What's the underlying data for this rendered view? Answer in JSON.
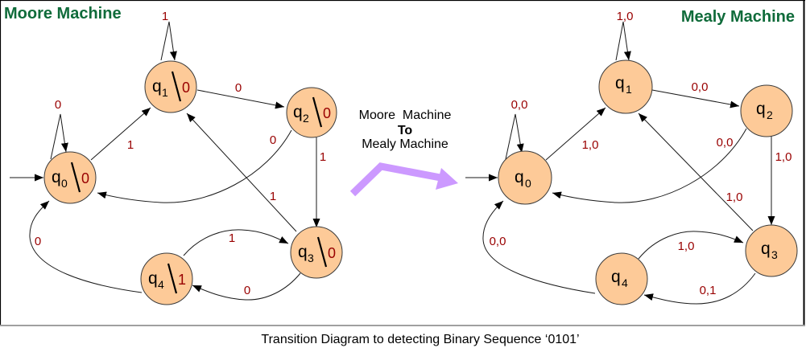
{
  "moore": {
    "title": "Moore Machine",
    "initial_state": "q0",
    "states": [
      {
        "id": "q0",
        "symbol": "q",
        "index": "0",
        "output": "0"
      },
      {
        "id": "q1",
        "symbol": "q",
        "index": "1",
        "output": "0"
      },
      {
        "id": "q2",
        "symbol": "q",
        "index": "2",
        "output": "0"
      },
      {
        "id": "q3",
        "symbol": "q",
        "index": "3",
        "output": "0"
      },
      {
        "id": "q4",
        "symbol": "q",
        "index": "4",
        "output": "1"
      }
    ],
    "transitions": [
      {
        "from": "q0",
        "to": "q0",
        "label": "0"
      },
      {
        "from": "q0",
        "to": "q1",
        "label": "1"
      },
      {
        "from": "q1",
        "to": "q1",
        "label": "1"
      },
      {
        "from": "q1",
        "to": "q2",
        "label": "0"
      },
      {
        "from": "q2",
        "to": "q0",
        "label": "0"
      },
      {
        "from": "q2",
        "to": "q3",
        "label": "1"
      },
      {
        "from": "q3",
        "to": "q1",
        "label": "1"
      },
      {
        "from": "q3",
        "to": "q4",
        "label": "0"
      },
      {
        "from": "q4",
        "to": "q3",
        "label": "1"
      },
      {
        "from": "q4",
        "to": "q0",
        "label": "0"
      }
    ]
  },
  "conversion": {
    "line1": "Moore  Machine",
    "line2": "To",
    "line3": "Mealy Machine"
  },
  "mealy": {
    "title": "Mealy Machine",
    "initial_state": "q0",
    "states": [
      {
        "id": "q0",
        "symbol": "q",
        "index": "0"
      },
      {
        "id": "q1",
        "symbol": "q",
        "index": "1"
      },
      {
        "id": "q2",
        "symbol": "q",
        "index": "2"
      },
      {
        "id": "q3",
        "symbol": "q",
        "index": "3"
      },
      {
        "id": "q4",
        "symbol": "q",
        "index": "4"
      }
    ],
    "transitions": [
      {
        "from": "q0",
        "to": "q0",
        "label": "0,0"
      },
      {
        "from": "q0",
        "to": "q1",
        "label": "1,0"
      },
      {
        "from": "q1",
        "to": "q1",
        "label": "1,0"
      },
      {
        "from": "q1",
        "to": "q2",
        "label": "0,0"
      },
      {
        "from": "q2",
        "to": "q0",
        "label": "0,0"
      },
      {
        "from": "q2",
        "to": "q3",
        "label": "1,0"
      },
      {
        "from": "q3",
        "to": "q1",
        "label": "1,0"
      },
      {
        "from": "q3",
        "to": "q4",
        "label": "0,1"
      },
      {
        "from": "q4",
        "to": "q3",
        "label": "1,0"
      },
      {
        "from": "q4",
        "to": "q0",
        "label": "0,0"
      }
    ]
  },
  "caption": "Transition Diagram to detecting Binary Sequence ‘0101’",
  "colors": {
    "title": "#0f6b3a",
    "state_fill": "#fdca98",
    "transition_label": "#990000",
    "conversion_arrow": "#cc99ff"
  }
}
